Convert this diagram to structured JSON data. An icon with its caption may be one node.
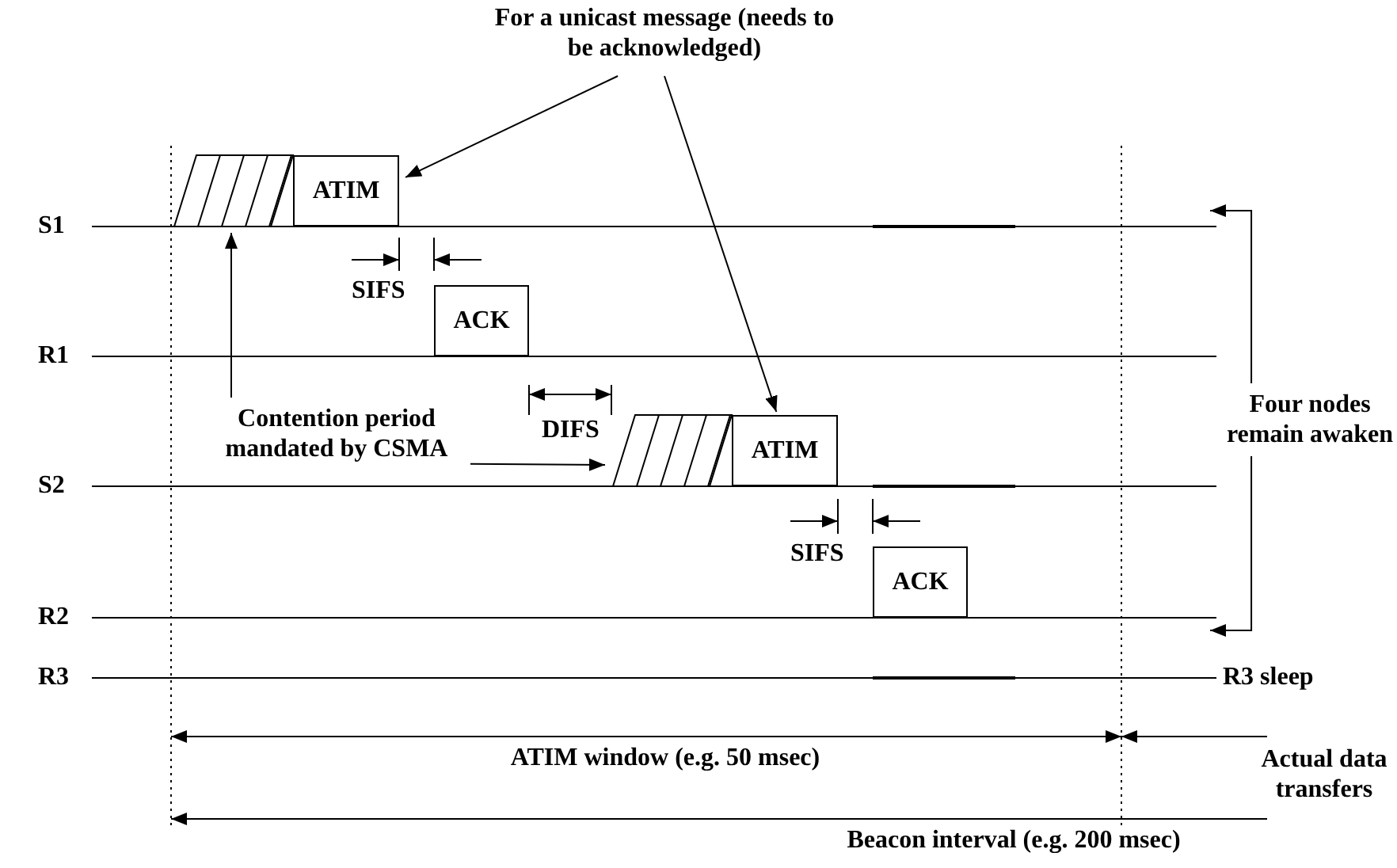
{
  "diagram": {
    "nodes": [
      {
        "text": [
          "For a unicast message (needs to be acknowledged)"
        ]
      },
      {
        "text": [],
        "shape": "bar"
      },
      {
        "text": [
          "ATIM"
        ]
      },
      {
        "text": [
          "ACK"
        ]
      },
      {
        "text": [],
        "shape": "bar"
      },
      {
        "text": [
          "ATIM"
        ]
      },
      {
        "text": [
          "ACK"
        ]
      },
      {
        "text": [
          "Contention period mandated by CSMA"
        ]
      },
      {
        "text": [
          "Four nodes remain awaken"
        ]
      }
    ],
    "edges": [
      {
        "from": 0,
        "to": 2,
        "arrow": "to"
      },
      {
        "from": 0,
        "to": 5,
        "arrow": "to"
      },
      {
        "from": 7,
        "to": 1,
        "arrow": "to"
      },
      {
        "from": 7,
        "to": 4,
        "arrow": "to"
      },
      {
        "from": 8,
        "to": null,
        "arrow": "to"
      },
      {
        "from": 8,
        "to": null,
        "arrow": "to"
      }
    ],
    "labels": [
      "S1",
      "SIFS",
      "R1",
      "DIFS",
      "S2",
      "SIFS",
      "R2",
      "R3",
      "R3 sleep",
      "ATIM window (e.g. 50 msec)",
      "Actual data transfers",
      "Beacon interval (e.g. 200 msec)"
    ]
  }
}
